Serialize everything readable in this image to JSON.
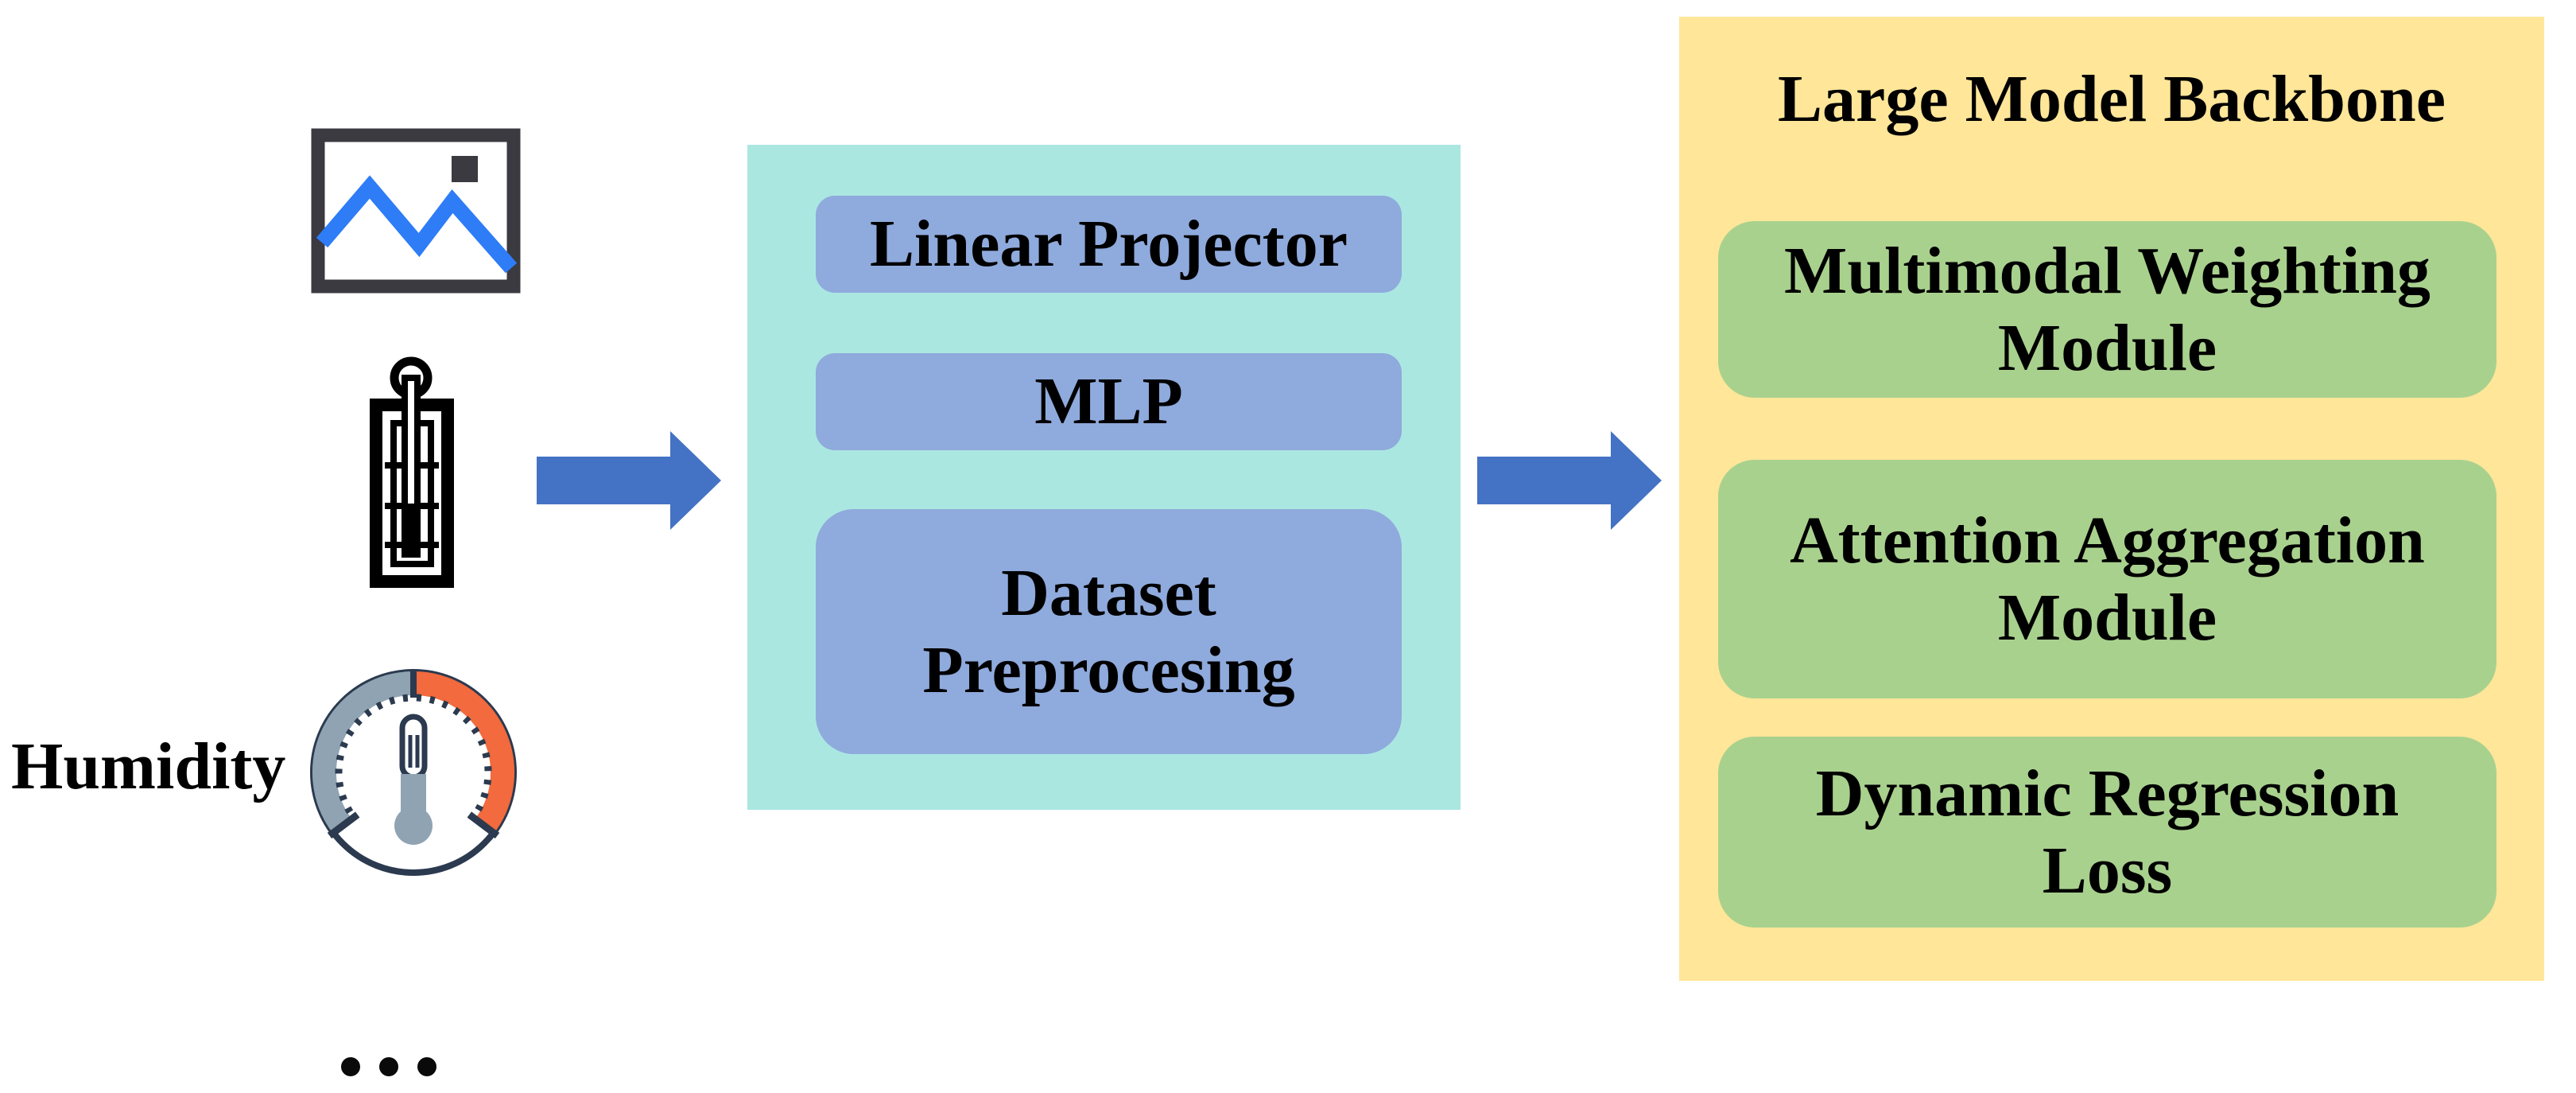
{
  "figure": {
    "inputs": {
      "humidity_label": "Humidity",
      "icons": {
        "image": "image-icon",
        "temperature": "thermometer-icon",
        "humidity": "humidity-gauge-icon",
        "more": "ellipsis-icon"
      }
    },
    "preprocess_panel": {
      "modules": [
        {
          "lines": [
            "Linear Projector"
          ]
        },
        {
          "lines": [
            "MLP"
          ]
        },
        {
          "lines": [
            "Dataset",
            "Preprocesing"
          ]
        }
      ]
    },
    "backbone_panel": {
      "title": "Large Model Backbone",
      "modules": [
        {
          "lines": [
            "Multimodal Weighting",
            "Module"
          ]
        },
        {
          "lines": [
            "Attention Aggregation",
            "Module"
          ]
        },
        {
          "lines": [
            "Dynamic Regression",
            "Loss"
          ]
        }
      ]
    },
    "colors": {
      "preprocess_panel_bg": "#AAE7E1",
      "preprocess_module_bg": "#8FAADC",
      "backbone_panel_bg": "#FFE699",
      "backbone_module_bg": "#A9D18E",
      "arrow_blue": "#4472C4",
      "image_icon_blue": "#2E7CF6",
      "image_icon_dark": "#3A3A40",
      "gauge_navy": "#2B3A4F",
      "gauge_gray": "#8FA3B3",
      "gauge_orange": "#F26A3D",
      "text": "#000000"
    }
  }
}
